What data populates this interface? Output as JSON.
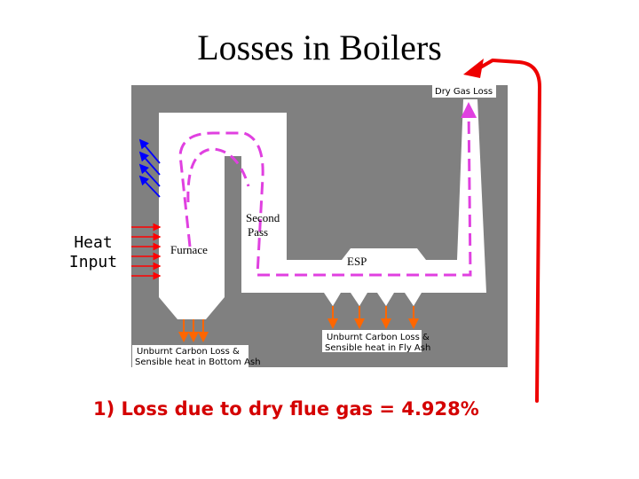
{
  "title": "Losses in Boilers",
  "heat_input": [
    "Heat",
    "Input"
  ],
  "labels": {
    "furnace": "Furnace",
    "second_pass": [
      "Second",
      "Pass"
    ],
    "esp": "ESP",
    "dry_gas_loss": "Dry Gas Loss",
    "bottom_ash": [
      "Unburnt Carbon Loss &",
      "Sensible heat in Bottom Ash"
    ],
    "fly_ash": [
      "Unburnt Carbon Loss &",
      "Sensible heat in Fly Ash"
    ]
  },
  "footer": "1) Loss due to dry flue gas = 4.928%",
  "colors": {
    "panel": "#808080",
    "boiler": "#ffffff",
    "gas_path": "#e040e0",
    "heat_arrows": "#ff0000",
    "loss_arrows_blue": "#0000ff",
    "ash_arrows": "#ff6600",
    "callout": "#ee0000",
    "footer_text": "#d40000"
  }
}
